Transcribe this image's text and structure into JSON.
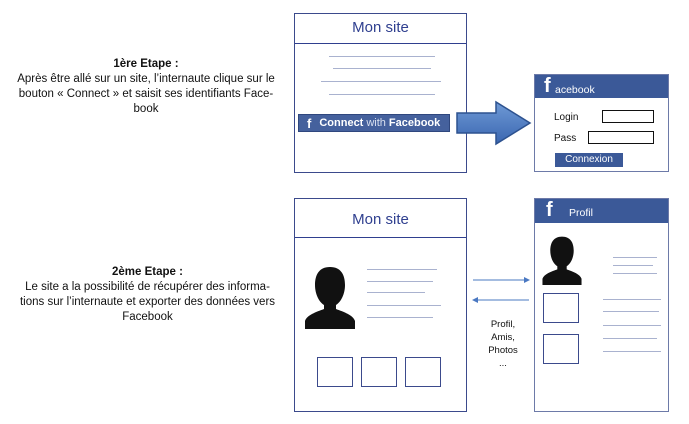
{
  "step1": {
    "title": "1ère Etape :",
    "lines": [
      "Après être allé sur un site, l’internaute clique sur le",
      "bouton « Connect » et saisit ses identifiants Face-",
      "book"
    ]
  },
  "step2": {
    "title": "2ème Etape :",
    "lines": [
      "Le site a la possibilité de récupérer des informa-",
      "tions sur l’internaute et exporter des données vers",
      "Facebook"
    ]
  },
  "site1": {
    "title": "Mon site"
  },
  "connect": {
    "f": "f",
    "connect": "Connect",
    "with": "with",
    "facebook": "Facebook"
  },
  "fblogin": {
    "f": "f",
    "brand": "acebook",
    "login_label": "Login",
    "pass_label": "Pass",
    "button": "Connexion"
  },
  "site2": {
    "title": "Mon site"
  },
  "fbprofile": {
    "f": "f",
    "title": "Profil"
  },
  "exchange": {
    "items": [
      "Profil,",
      "Amis,",
      "Photos",
      "..."
    ]
  },
  "colors": {
    "brand": "#3b5998",
    "frame": "#3b4a8c",
    "arrow": "#4a78c2"
  }
}
